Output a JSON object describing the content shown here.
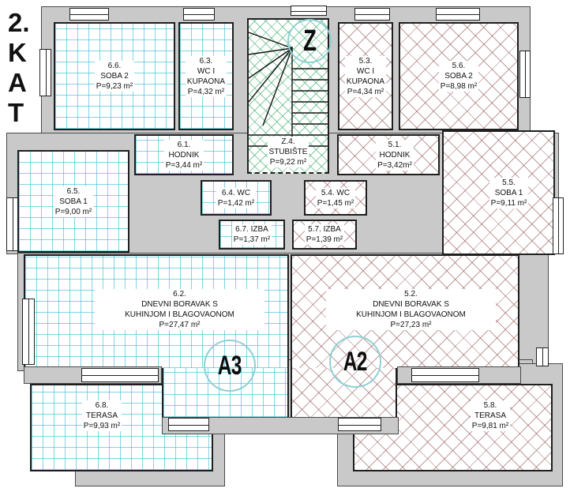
{
  "title": "Floor plan – 2. KAT",
  "floor": {
    "label": "2. KAT",
    "l0": "2.",
    "l1": "K",
    "l2": "A",
    "l3": "T"
  },
  "badges": {
    "stair": "Z",
    "left_unit": "A3",
    "right_unit": "A2"
  },
  "rooms": {
    "r66": {
      "l1": "6.6.",
      "l2": "SOBA 2",
      "l3": "P=9,23 m²"
    },
    "r63": {
      "l1": "6.3.",
      "l2": "WC I",
      "l3": "KUPAONA",
      "l4": "P=4,32 m²"
    },
    "r61": {
      "l1": "6.1.",
      "l2": "HODNIK",
      "l3": "P=3,44 m²"
    },
    "r65": {
      "l1": "6.5.",
      "l2": "SOBA 1",
      "l3": "P=9,00 m²"
    },
    "r64": {
      "l1": "6.4.  WC",
      "l2": "P=1,42 m²"
    },
    "r67": {
      "l1": "6.7.  IZBA",
      "l2": "P=1,37 m²"
    },
    "r62": {
      "l1": "6.2.",
      "l2": "DNEVNI BORAVAK S",
      "l3": "KUHINJOM I BLAGOVAONOM",
      "l4": "P=27,47 m²"
    },
    "r68": {
      "l1": "6.8.",
      "l2": "TERASA",
      "l3": "P=9,93 m²"
    },
    "rz4": {
      "l1": "Z.4.",
      "l2": "STUBIŠTE",
      "l3": "P=9,22 m²"
    },
    "r53": {
      "l1": "5.3.",
      "l2": "WC I",
      "l3": "KUPAONA",
      "l4": "P=4,34 m²"
    },
    "r56": {
      "l1": "5.6.",
      "l2": "SOBA 2",
      "l3": "P=8,98 m²"
    },
    "r51": {
      "l1": "5.1.",
      "l2": "HODNIK",
      "l3": "P=3,42m²"
    },
    "r54": {
      "l1": "5.4.  WC",
      "l2": "P=1,45 m²"
    },
    "r57": {
      "l1": "5.7.  IZBA",
      "l2": "P=1,39 m²"
    },
    "r55": {
      "l1": "5.5.",
      "l2": "SOBA 1",
      "l3": "P=9,11 m²"
    },
    "r52": {
      "l1": "5.2.",
      "l2": "DNEVNI BORAVAK S",
      "l3": "KUHINJOM I BLAGOVAONOM",
      "l4": "P=27,23 m²"
    },
    "r58": {
      "l1": "5.8.",
      "l2": "TERASA",
      "l3": "P=9,81 m²"
    }
  },
  "colors": {
    "wall": "#c9c9c9",
    "outline": "#1f1f1f",
    "left_apartment_hatch": "#3cbed7",
    "right_apartment_hatch": "#965a5a",
    "stair_hatch": "#37aa64",
    "badge_circle": "#8fd0d5",
    "text": "#111111"
  }
}
